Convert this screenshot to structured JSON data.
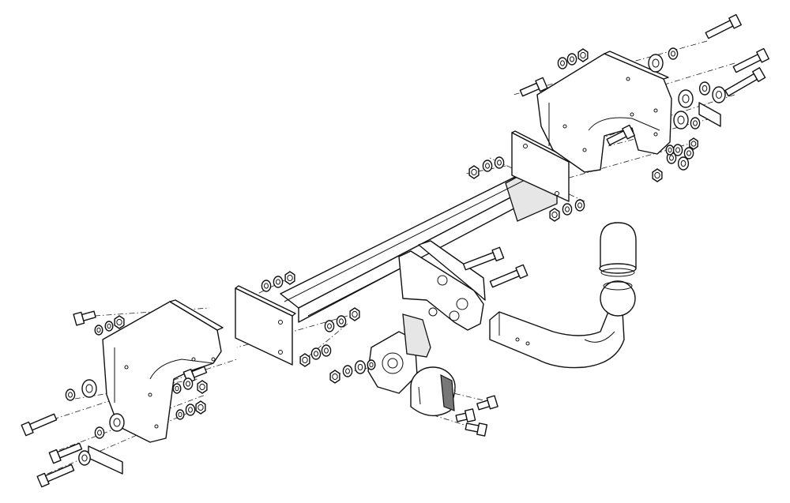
{
  "diagram": {
    "colors": {
      "line": "#111111",
      "background": "#ffffff",
      "shade": "#e6e6e6"
    },
    "parts": [
      "left-mounting-bracket",
      "right-mounting-bracket",
      "cross-beam",
      "center-mount-plate",
      "tow-ball-neck",
      "tow-ball",
      "tow-ball-cover",
      "electrical-socket",
      "socket-plate",
      "bolts",
      "nuts",
      "washers",
      "spacers"
    ]
  }
}
